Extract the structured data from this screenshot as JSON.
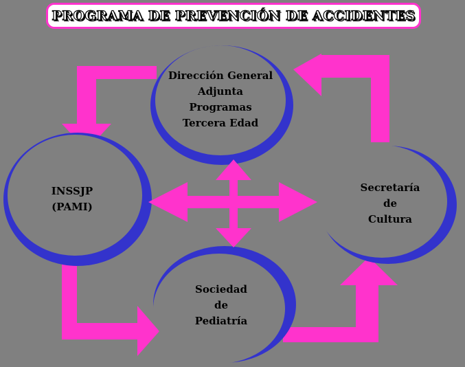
{
  "title": "PROGRAMA DE PREVENCIÓN DE ACCIDENTES",
  "nodes": {
    "direccion": {
      "lines": [
        "Dirección General",
        "Adjunta",
        "Programas",
        "Tercera Edad"
      ]
    },
    "inssjp": {
      "lines": [
        "INSSJP",
        "(PAMI)"
      ]
    },
    "secretaria": {
      "lines": [
        "Secretaría",
        "de",
        "Cultura"
      ]
    },
    "sociedad": {
      "lines": [
        "Sociedad",
        "de",
        "Pediatría"
      ]
    }
  },
  "colors": {
    "background": "#808080",
    "arrow": "#ff33cc",
    "ring": "#3333cc",
    "title_border": "#ff33cc"
  }
}
